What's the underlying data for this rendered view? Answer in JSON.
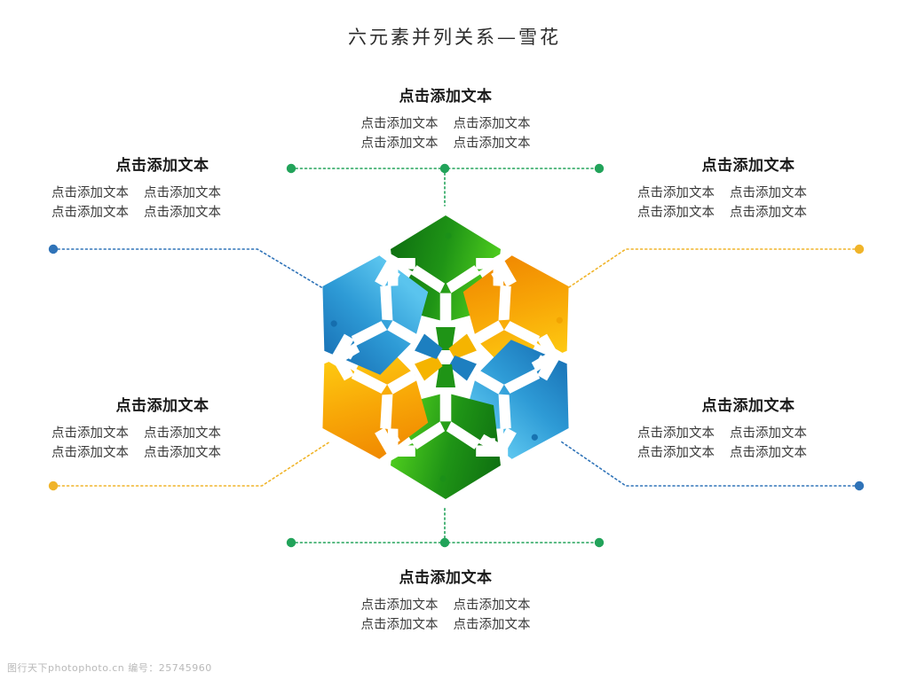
{
  "title": "六元素并列关系—雪花",
  "watermark": "图行天下photophoto.cn  编号：25745960",
  "common": {
    "heading": "点击添加文本",
    "body_cell": "点击添加文本"
  },
  "blocks": [
    {
      "id": "top",
      "position": "top",
      "petal_color": "green",
      "heading": "点击添加文本",
      "body": [
        "点击添加文本",
        "点击添加文本",
        "点击添加文本",
        "点击添加文本"
      ]
    },
    {
      "id": "upper-left",
      "position": "upper-left",
      "petal_color": "blue",
      "heading": "点击添加文本",
      "body": [
        "点击添加文本",
        "点击添加文本",
        "点击添加文本",
        "点击添加文本"
      ]
    },
    {
      "id": "upper-right",
      "position": "upper-right",
      "petal_color": "orange",
      "heading": "点击添加文本",
      "body": [
        "点击添加文本",
        "点击添加文本",
        "点击添加文本",
        "点击添加文本"
      ]
    },
    {
      "id": "lower-left",
      "position": "lower-left",
      "petal_color": "orange",
      "heading": "点击添加文本",
      "body": [
        "点击添加文本",
        "点击添加文本",
        "点击添加文本",
        "点击添加文本"
      ]
    },
    {
      "id": "lower-right",
      "position": "lower-right",
      "petal_color": "blue",
      "heading": "点击添加文本",
      "body": [
        "点击添加文本",
        "点击添加文本",
        "点击添加文本",
        "点击添加文本"
      ]
    },
    {
      "id": "bottom",
      "position": "bottom",
      "petal_color": "green",
      "heading": "点击添加文本",
      "body": [
        "点击添加文本",
        "点击添加文本",
        "点击添加文本",
        "点击添加文本"
      ]
    }
  ],
  "colors": {
    "green_dark": "#0f7a13",
    "green_light": "#45c01d",
    "orange_dark": "#f28c00",
    "orange_light": "#fdc10d",
    "blue_dark": "#1a7cc0",
    "blue_light": "#54bdea",
    "connector_green": "#22a35a",
    "connector_orange": "#f0b429",
    "connector_blue": "#2f73b8",
    "title_text": "#2b2b2b",
    "heading_text": "#1a1a1a",
    "body_text": "#3a3a3a",
    "background": "#ffffff"
  },
  "graphic": {
    "name": "snowflake-six-petal-diagram",
    "petal_count": 6,
    "petals": [
      {
        "index": 0,
        "angle_deg": 0,
        "color": "green"
      },
      {
        "index": 1,
        "angle_deg": 60,
        "color": "orange"
      },
      {
        "index": 2,
        "angle_deg": 120,
        "color": "blue"
      },
      {
        "index": 3,
        "angle_deg": 180,
        "color": "green"
      },
      {
        "index": 4,
        "angle_deg": 240,
        "color": "orange"
      },
      {
        "index": 5,
        "angle_deg": 300,
        "color": "blue"
      }
    ]
  }
}
